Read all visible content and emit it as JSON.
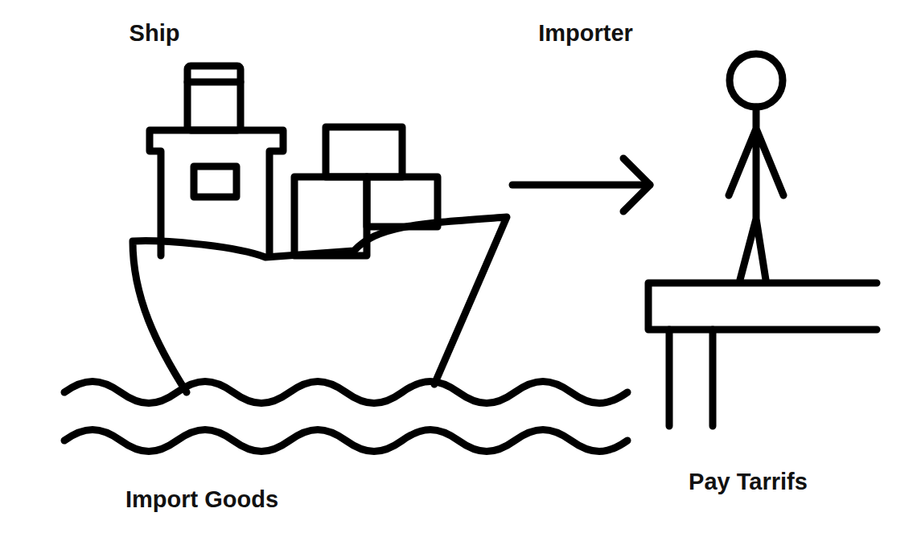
{
  "diagram": {
    "labels": [
      "Ship",
      "Importer",
      "Import Goods",
      "Pay Tarrifs"
    ]
  }
}
